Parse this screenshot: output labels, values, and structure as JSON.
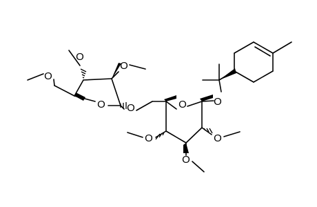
{
  "atoms": {
    "o1": "O",
    "o2": "O",
    "o3": "O",
    "o4": "O",
    "o5": "O",
    "o6": "O",
    "o7": "O",
    "o8": "O",
    "o9": "O",
    "o10": "O"
  },
  "colors": {
    "bond": "#000000",
    "background": "#ffffff"
  }
}
